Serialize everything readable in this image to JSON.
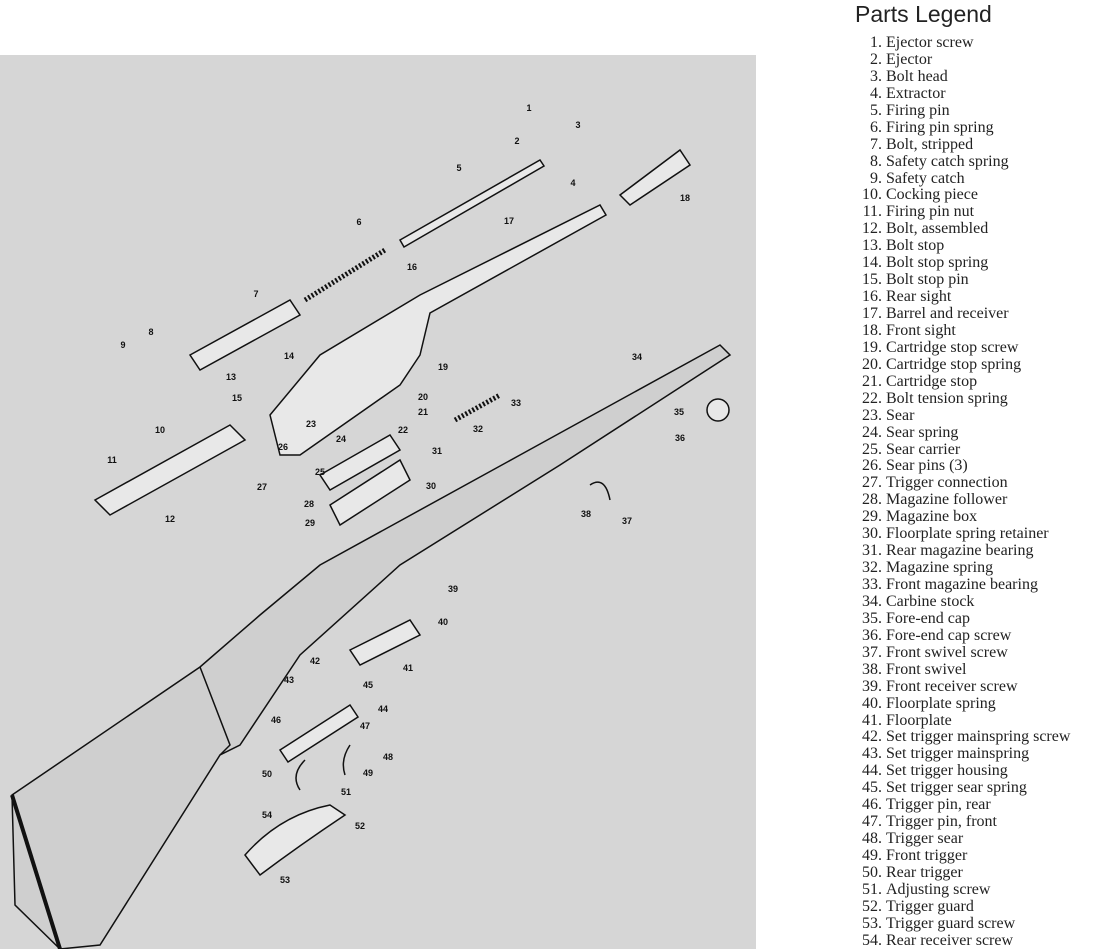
{
  "legend": {
    "title": "Parts Legend",
    "items": [
      {
        "num": "1.",
        "label": "Ejector screw"
      },
      {
        "num": "2.",
        "label": "Ejector"
      },
      {
        "num": "3.",
        "label": "Bolt head"
      },
      {
        "num": "4.",
        "label": "Extractor"
      },
      {
        "num": "5.",
        "label": "Firing pin"
      },
      {
        "num": "6.",
        "label": "Firing pin spring"
      },
      {
        "num": "7.",
        "label": "Bolt, stripped"
      },
      {
        "num": "8.",
        "label": "Safety catch spring"
      },
      {
        "num": "9.",
        "label": "Safety catch"
      },
      {
        "num": "10.",
        "label": "Cocking piece"
      },
      {
        "num": "11.",
        "label": "Firing pin nut"
      },
      {
        "num": "12.",
        "label": "Bolt, assembled"
      },
      {
        "num": "13.",
        "label": "Bolt stop"
      },
      {
        "num": "14.",
        "label": "Bolt stop spring"
      },
      {
        "num": "15.",
        "label": "Bolt stop pin"
      },
      {
        "num": "16.",
        "label": "Rear sight"
      },
      {
        "num": "17.",
        "label": "Barrel and receiver"
      },
      {
        "num": "18.",
        "label": "Front sight"
      },
      {
        "num": "19.",
        "label": "Cartridge stop screw"
      },
      {
        "num": "20.",
        "label": "Cartridge stop spring"
      },
      {
        "num": "21.",
        "label": "Cartridge stop"
      },
      {
        "num": "22.",
        "label": "Bolt tension spring"
      },
      {
        "num": "23.",
        "label": "Sear"
      },
      {
        "num": "24.",
        "label": "Sear spring"
      },
      {
        "num": "25.",
        "label": "Sear carrier"
      },
      {
        "num": "26.",
        "label": "Sear pins (3)"
      },
      {
        "num": "27.",
        "label": "Trigger connection"
      },
      {
        "num": "28.",
        "label": "Magazine follower"
      },
      {
        "num": "29.",
        "label": "Magazine box"
      },
      {
        "num": "30.",
        "label": "Floorplate spring retainer"
      },
      {
        "num": "31.",
        "label": "Rear magazine bearing"
      },
      {
        "num": "32.",
        "label": "Magazine spring"
      },
      {
        "num": "33.",
        "label": "Front magazine bearing"
      },
      {
        "num": "34.",
        "label": "Carbine stock"
      },
      {
        "num": "35.",
        "label": "Fore-end cap"
      },
      {
        "num": "36.",
        "label": "Fore-end cap screw"
      },
      {
        "num": "37.",
        "label": "Front swivel screw"
      },
      {
        "num": "38.",
        "label": "Front swivel"
      },
      {
        "num": "39.",
        "label": "Front receiver screw"
      },
      {
        "num": "40.",
        "label": "Floorplate spring"
      },
      {
        "num": "41.",
        "label": "Floorplate"
      },
      {
        "num": "42.",
        "label": "Set trigger mainspring screw"
      },
      {
        "num": "43.",
        "label": "Set trigger mainspring"
      },
      {
        "num": "44.",
        "label": "Set trigger housing"
      },
      {
        "num": "45.",
        "label": "Set trigger sear spring"
      },
      {
        "num": "46.",
        "label": "Trigger pin, rear"
      },
      {
        "num": "47.",
        "label": "Trigger pin, front"
      },
      {
        "num": "48.",
        "label": "Trigger sear"
      },
      {
        "num": "49.",
        "label": "Front trigger"
      },
      {
        "num": "50.",
        "label": "Rear trigger"
      },
      {
        "num": "51.",
        "label": "Adjusting screw"
      },
      {
        "num": "52.",
        "label": "Trigger guard"
      },
      {
        "num": "53.",
        "label": "Trigger guard screw"
      },
      {
        "num": "54.",
        "label": "Rear receiver screw"
      }
    ]
  },
  "diagram": {
    "callouts": [
      "1",
      "2",
      "3",
      "4",
      "5",
      "6",
      "7",
      "8",
      "9",
      "10",
      "11",
      "12",
      "13",
      "14",
      "15",
      "16",
      "17",
      "18",
      "19",
      "20",
      "21",
      "22",
      "23",
      "24",
      "25",
      "26",
      "27",
      "28",
      "29",
      "30",
      "31",
      "32",
      "33",
      "34",
      "35",
      "36",
      "37",
      "38",
      "39",
      "40",
      "41",
      "42",
      "43",
      "44",
      "45",
      "46",
      "47",
      "48",
      "49",
      "50",
      "51",
      "52",
      "53",
      "54"
    ]
  }
}
